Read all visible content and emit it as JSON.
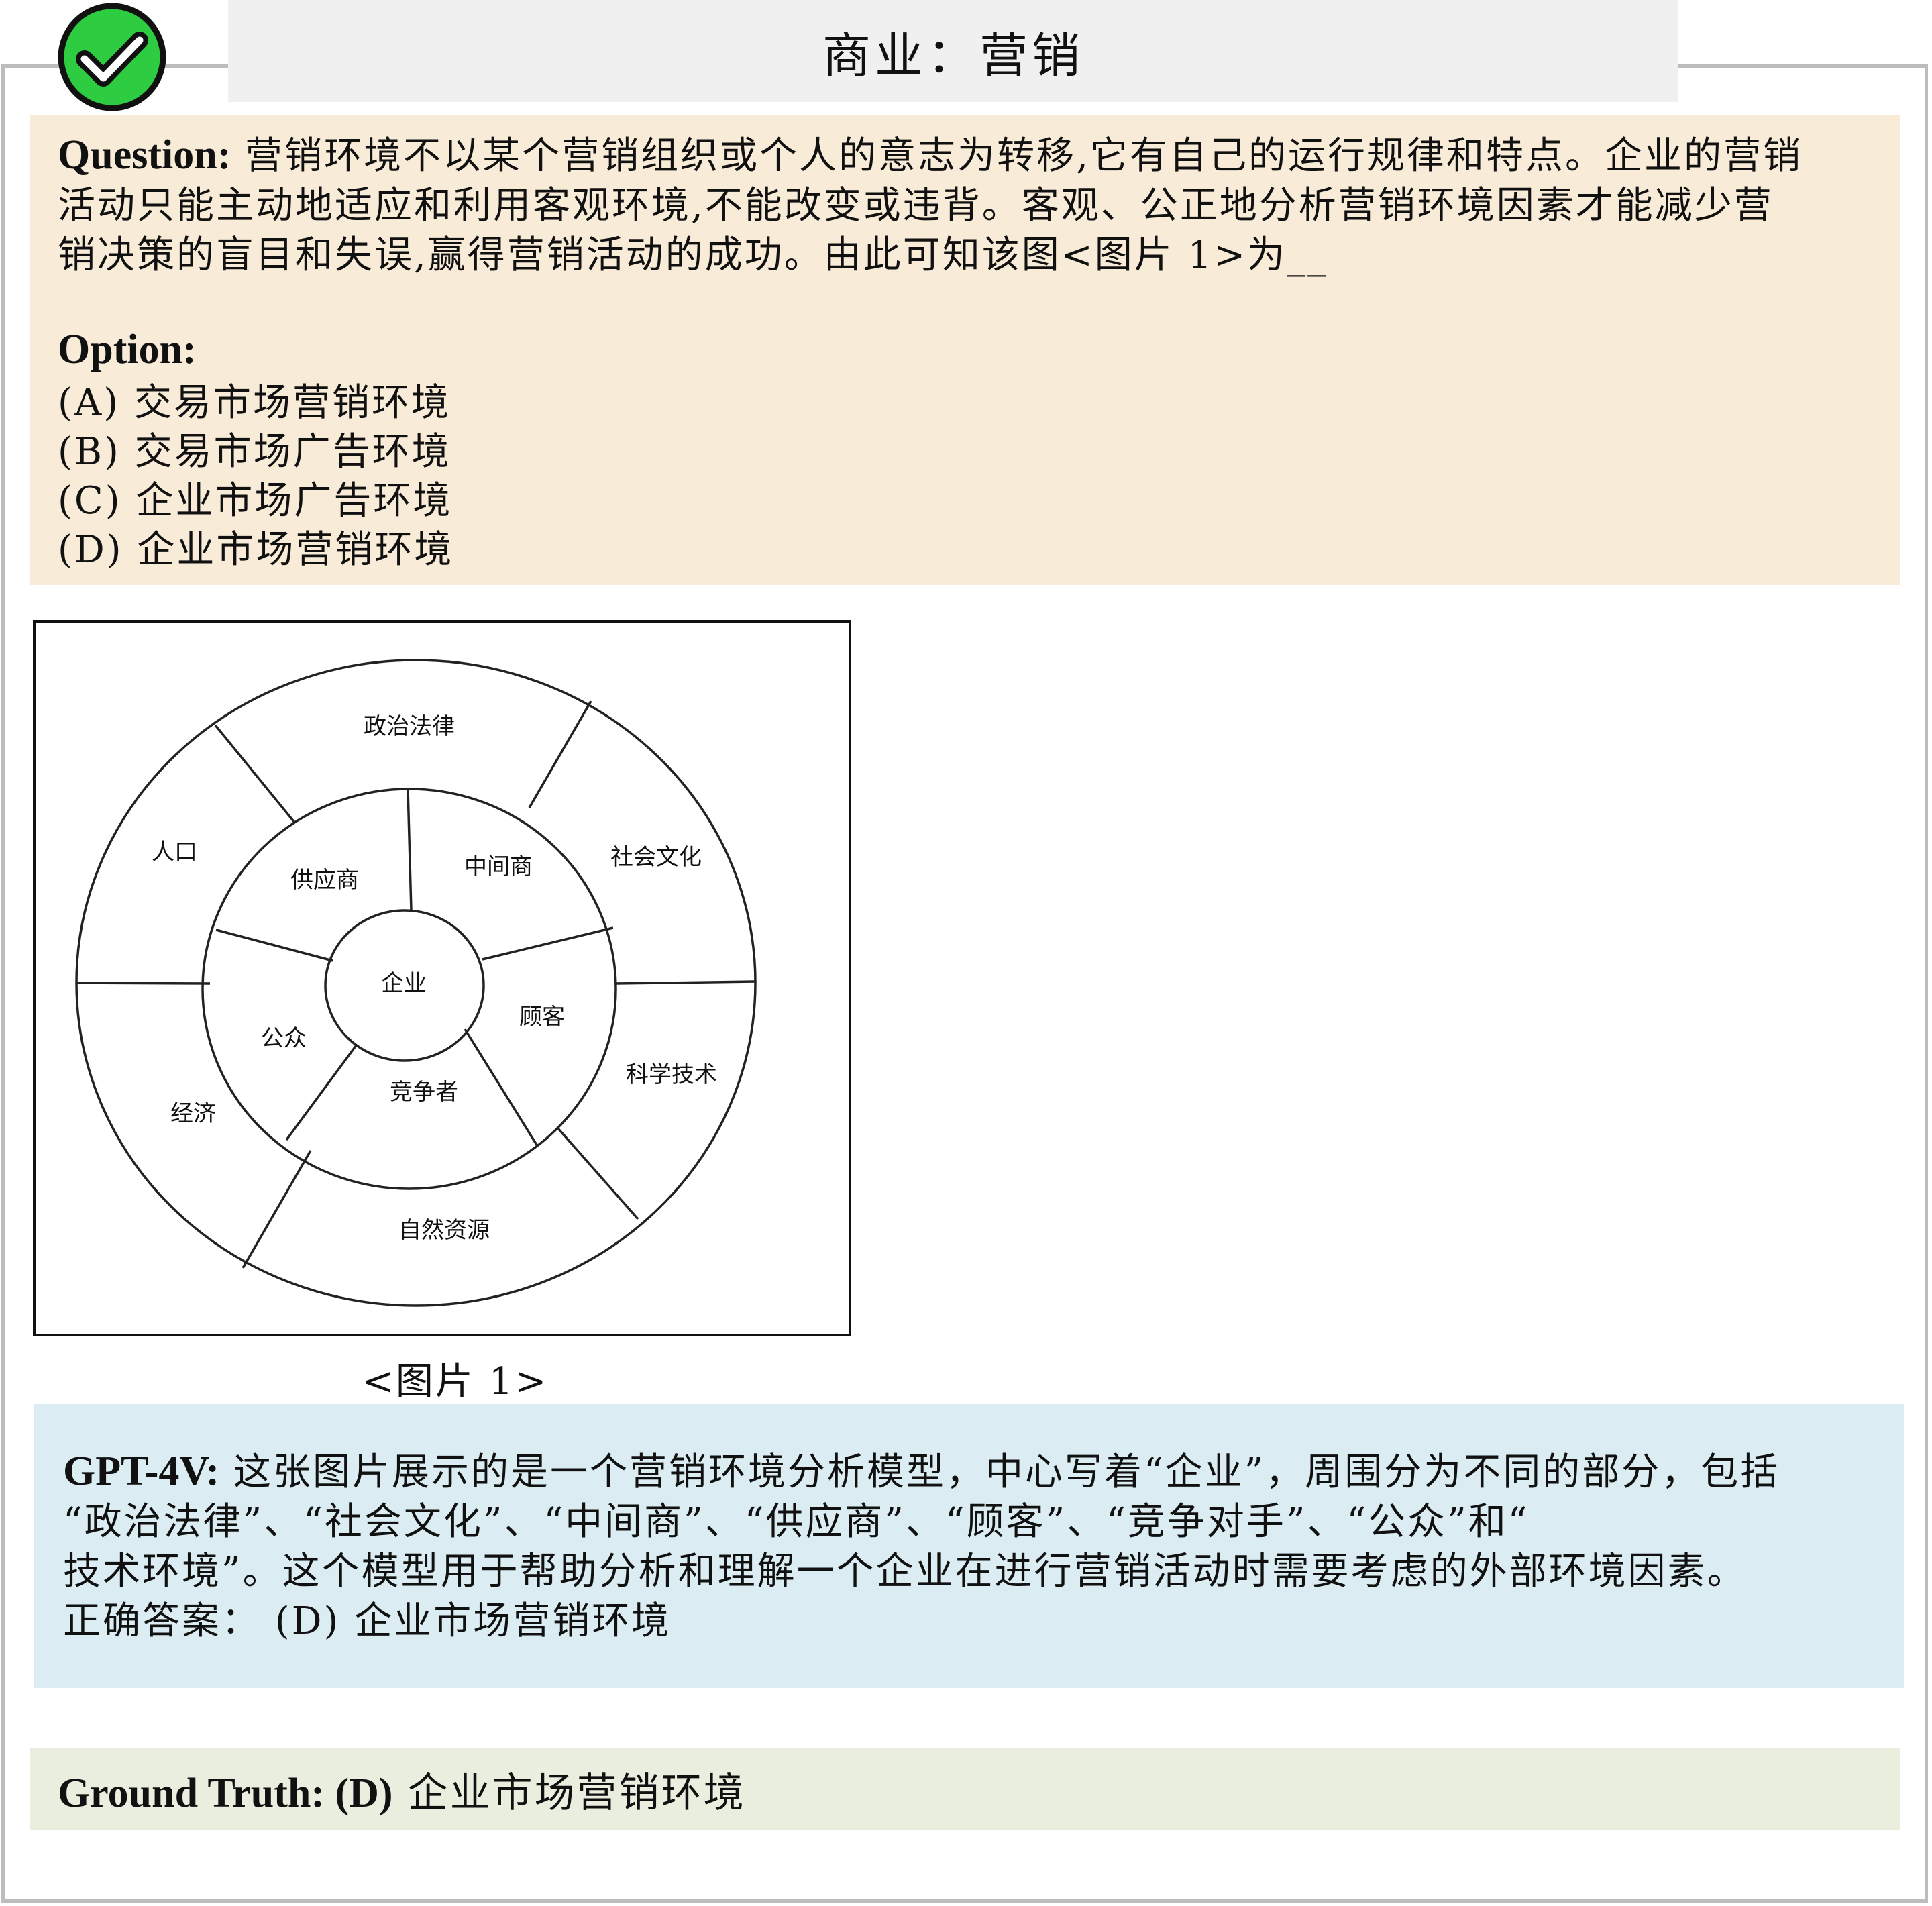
{
  "header": {
    "title": "商业：营销"
  },
  "question": {
    "label": "Question:",
    "lines": [
      " 营销环境不以某个营销组织或个人的意志为转移,它有自己的运行规律和特点。企业的营销",
      "活动只能主动地适应和利用客观环境,不能改变或违背。客观、公正地分析营销环境因素才能减少营",
      "销决策的盲目和失误,赢得营销活动的成功。由此可知该图<图片 1>为__"
    ],
    "option_label": "Option:",
    "options": [
      "(A) 交易市场营销环境",
      "(B) 交易市场广告环境",
      "(C) 企业市场广告环境",
      "(D) 企业市场营销环境"
    ]
  },
  "figure": {
    "center": "企业",
    "inner_ring": [
      "供应商",
      "中间商",
      "顾客",
      "竞争者",
      "公众"
    ],
    "outer_ring": [
      "政治法律",
      "社会文化",
      "科学技术",
      "自然资源",
      "经济",
      "人口"
    ],
    "caption": "<图片 1>"
  },
  "gpt": {
    "label": "GPT-4V:",
    "lines": [
      " 这张图片展示的是一个营销环境分析模型，中心写着“企业”，周围分为不同的部分，包括",
      "“政治法律”、“社会文化”、“中间商”、“供应商”、“顾客”、“竞争对手”、“公众”和“",
      "技术环境”。这个模型用于帮助分析和理解一个企业在进行营销活动时需要考虑的外部环境因素。",
      "正确答案： (D) 企业市场营销环境"
    ]
  },
  "ground_truth": {
    "label": "Ground Truth: (D)",
    "answer": " 企业市场营销环境"
  },
  "colors": {
    "question_bg": "#f8ebd7",
    "gpt_bg": "#dbedf2",
    "ground_truth_bg": "#e9eedf",
    "check_green": "#2ecc40",
    "title_bg": "#f0f0f0"
  }
}
